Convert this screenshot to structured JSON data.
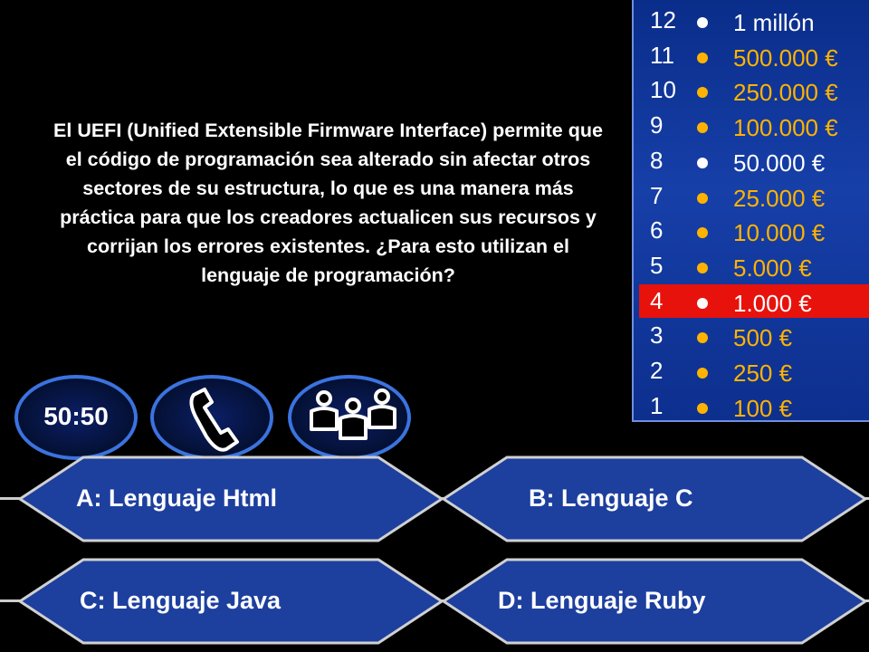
{
  "question": {
    "text": "El UEFI (Unified Extensible Firmware Interface) permite que el código de programación sea alterado sin afectar otros sectores de su estructura, lo que es una manera más práctica para que los creadores actualicen sus recursos y corrijan los errores existentes. ¿Para esto utilizan el lenguaje de programación?"
  },
  "prize_ladder": {
    "current_level": 4,
    "rungs": [
      {
        "level": "12",
        "amount": "1 millón",
        "milestone": true
      },
      {
        "level": "11",
        "amount": "500.000 €",
        "milestone": false
      },
      {
        "level": "10",
        "amount": "250.000 €",
        "milestone": false
      },
      {
        "level": "9",
        "amount": "100.000 €",
        "milestone": false
      },
      {
        "level": "8",
        "amount": "50.000 €",
        "milestone": true
      },
      {
        "level": "7",
        "amount": "25.000 €",
        "milestone": false
      },
      {
        "level": "6",
        "amount": "10.000 €",
        "milestone": false
      },
      {
        "level": "5",
        "amount": "5.000 €",
        "milestone": false
      },
      {
        "level": "4",
        "amount": "1.000 €",
        "milestone": true
      },
      {
        "level": "3",
        "amount": "500 €",
        "milestone": false
      },
      {
        "level": "2",
        "amount": "250 €",
        "milestone": false
      },
      {
        "level": "1",
        "amount": "100 €",
        "milestone": false
      }
    ]
  },
  "lifelines": {
    "fifty_fifty_label": "50:50",
    "phone_icon": "phone-icon",
    "audience_icon": "audience-icon"
  },
  "answers": {
    "a": "A:  Lenguaje Html",
    "b": "B:  Lenguaje C",
    "c": "C:  Lenguaje Java",
    "d": "D:  Lenguaje Ruby"
  },
  "colors": {
    "ladder_bg": "#163fa8",
    "active_rung": "#e8120c",
    "amount_gold": "#ffb300",
    "lifeline_ring": "#3b73df",
    "answer_fill": "#1d3f9e"
  }
}
